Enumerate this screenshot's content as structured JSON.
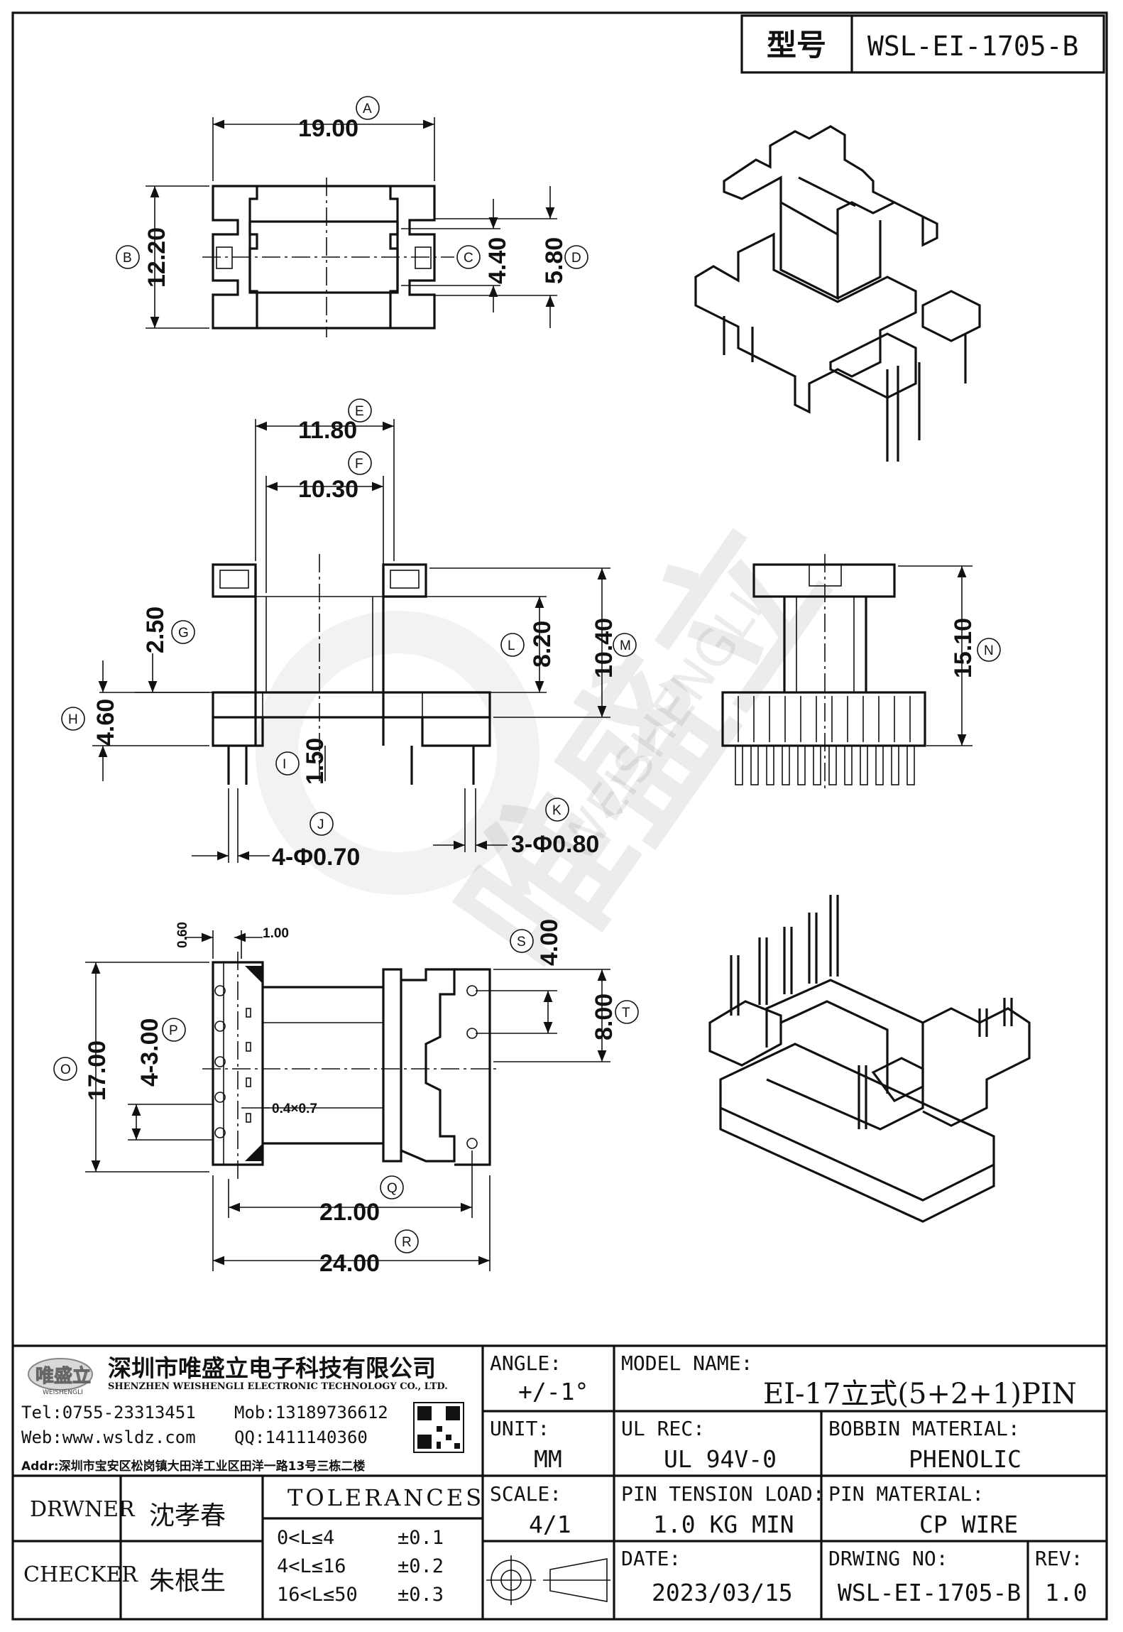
{
  "header": {
    "type_label": "型号",
    "type_value": "WSL-EI-1705-B"
  },
  "dimensions": [
    {
      "letter": "A",
      "value": "19.00"
    },
    {
      "letter": "B",
      "value": "12.20"
    },
    {
      "letter": "C",
      "value": "4.40"
    },
    {
      "letter": "D",
      "value": "5.80"
    },
    {
      "letter": "E",
      "value": "11.80"
    },
    {
      "letter": "F",
      "value": "10.30"
    },
    {
      "letter": "G",
      "value": "2.50"
    },
    {
      "letter": "H",
      "value": "4.60"
    },
    {
      "letter": "I",
      "value": "1.50"
    },
    {
      "letter": "J",
      "value": "4-Φ0.70"
    },
    {
      "letter": "K",
      "value": "3-Φ0.80"
    },
    {
      "letter": "L",
      "value": "8.20"
    },
    {
      "letter": "M",
      "value": "10.40"
    },
    {
      "letter": "N",
      "value": "15.10"
    },
    {
      "letter": "O",
      "value": "17.00"
    },
    {
      "letter": "P",
      "value": "4-3.00"
    },
    {
      "letter": "Q",
      "value": "21.00"
    },
    {
      "letter": "R",
      "value": "24.00"
    },
    {
      "letter": "S",
      "value": "4.00"
    },
    {
      "letter": "T",
      "value": "8.00"
    }
  ],
  "minor_dims": {
    "a": "0.60",
    "b": "1.00",
    "c": "0.4×0.7"
  },
  "watermark": {
    "cn": "唯盛立",
    "en": "WEISHENGLI"
  },
  "company": {
    "logo_text": "唯盛立",
    "logo_sub": "WEISHENGLI",
    "name_cn": "深圳市唯盛立电子科技有限公司",
    "name_en": "SHENZHEN WEISHENGLI ELECTRONIC TECHNOLOGY CO., LTD.",
    "tel": "Tel:0755-23313451",
    "mob": "Mob:13189736612",
    "web": "Web:www.wsldz.com",
    "qq": "QQ:1411140360",
    "addr": "Addr:深圳市宝安区松岗镇大田洋工业区田洋一路13号三栋二楼"
  },
  "title_block": {
    "angle_label": "ANGLE:",
    "angle_value": "+/-1°",
    "model_label": "MODEL NAME:",
    "model_value": "EI-17立式(5+2+1)PIN",
    "unit_label": "UNIT:",
    "unit_value": "MM",
    "ul_label": "UL REC:",
    "ul_value": "UL 94V-0",
    "bobbin_label": "BOBBIN MATERIAL:",
    "bobbin_value": "PHENOLIC",
    "scale_label": "SCALE:",
    "scale_value": "4/1",
    "tension_label": "PIN TENSION LOAD:",
    "tension_value": "1.0 KG MIN",
    "pin_label": "PIN MATERIAL:",
    "pin_value": "CP WIRE",
    "date_label": "DATE:",
    "date_value": "2023/03/15",
    "drwno_label": "DRWING NO:",
    "drwno_value": "WSL-EI-1705-B",
    "rev_label": "REV:",
    "rev_value": "1.0",
    "drwner_label": "DRWNER",
    "drwner_value": "沈孝春",
    "checker_label": "CHECKER",
    "checker_value": "朱根生",
    "tol_title": "TOLERANCES",
    "tol_rows": [
      {
        "range": "0<L≤4",
        "tol": "±0.1"
      },
      {
        "range": "4<L≤16",
        "tol": "±0.2"
      },
      {
        "range": "16<L≤50",
        "tol": "±0.3"
      }
    ]
  }
}
